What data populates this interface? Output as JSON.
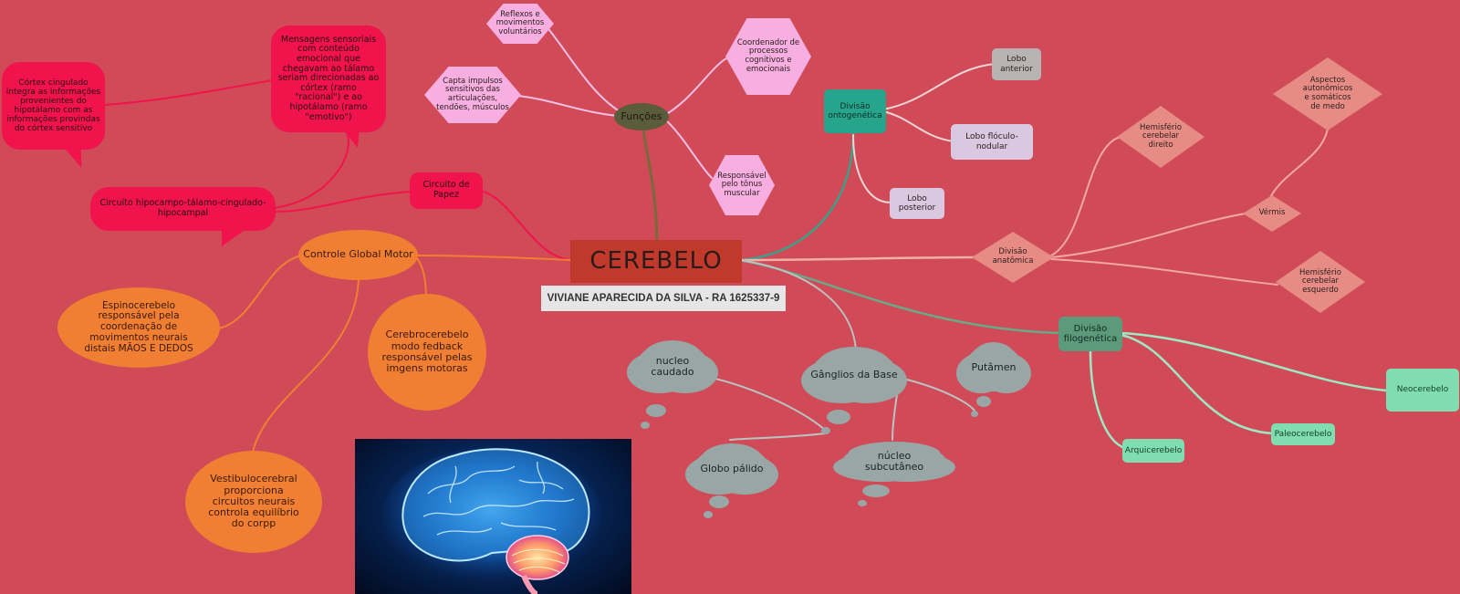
{
  "title": "CEREBELO",
  "subtitle": "VIVIANE APARECIDA DA SILVA - RA 1625337-9",
  "colors": {
    "background": "#d14a57",
    "title": "#c0392b",
    "bubble": "#f0134c",
    "orange": "#f07e33",
    "pink": "#f7aee0",
    "teal": "#26a58c",
    "cloud": "#98a6a5",
    "green": "#5c9a7b",
    "mint": "#7fddb0",
    "diamond": "#e68c84"
  },
  "funcoes": {
    "label": "Funções",
    "items": [
      "Reflexos e movimentos voluntários",
      "Coordenador de processos cognitivos e emocionais",
      "Capta impulsos sensitivos das articulações, tendões, músculos",
      "Responsável pelo tônus muscular"
    ]
  },
  "papez": {
    "label": "Circuito de Papez",
    "circuit": "Circuito hipocampo-tálamo-cingulado-hipocampal",
    "sensory_messages": "Mensagens sensoriais com conteúdo emocional que chegavam ao tálamo seriam direcionadas ao córtex (ramo \"racional\") e ao hipotálamo (ramo \"emotivo\")",
    "cingulate": "Córtex cingulado integra as informações provenientes do hipotálamo com as informações provindas do córtex sensitivo"
  },
  "motor": {
    "label": "Controle Global Motor",
    "espino": "Espinocerebelo responsável pela coordenação de movimentos neurais distais MÃOS E DEDOS",
    "cerebro": "Cerebrocerebelo modo fedback responsável pelas imgens motoras",
    "vestibulo": "Vestibulocerebral proporciona circuitos neurais controla equilíbrio do corpp"
  },
  "ontogenetica": {
    "label": "Divisão ontogenética",
    "items": [
      "Lobo anterior",
      "Lobo flóculo-nodular",
      "Lobo posterior"
    ]
  },
  "anatomica": {
    "label": "Divisão anatômica",
    "hem_direito": "Hemisfério cerebelar direito",
    "vermis": "Vérmis",
    "aspectos": "Aspectos autonômicos e somáticos de medo",
    "hem_esquerdo": "Hemisfério cerebelar esquerdo"
  },
  "filogenetica": {
    "label": "Divisão filogenética",
    "items": [
      "Arquicerebelo",
      "Paleocerebelo",
      "Neocerebelo"
    ]
  },
  "ganglios": {
    "label": "Gânglios da Base",
    "items": [
      "nucleo caudado",
      "Globo pálido",
      "núcleo subcutâneo",
      "Putâmen"
    ]
  }
}
